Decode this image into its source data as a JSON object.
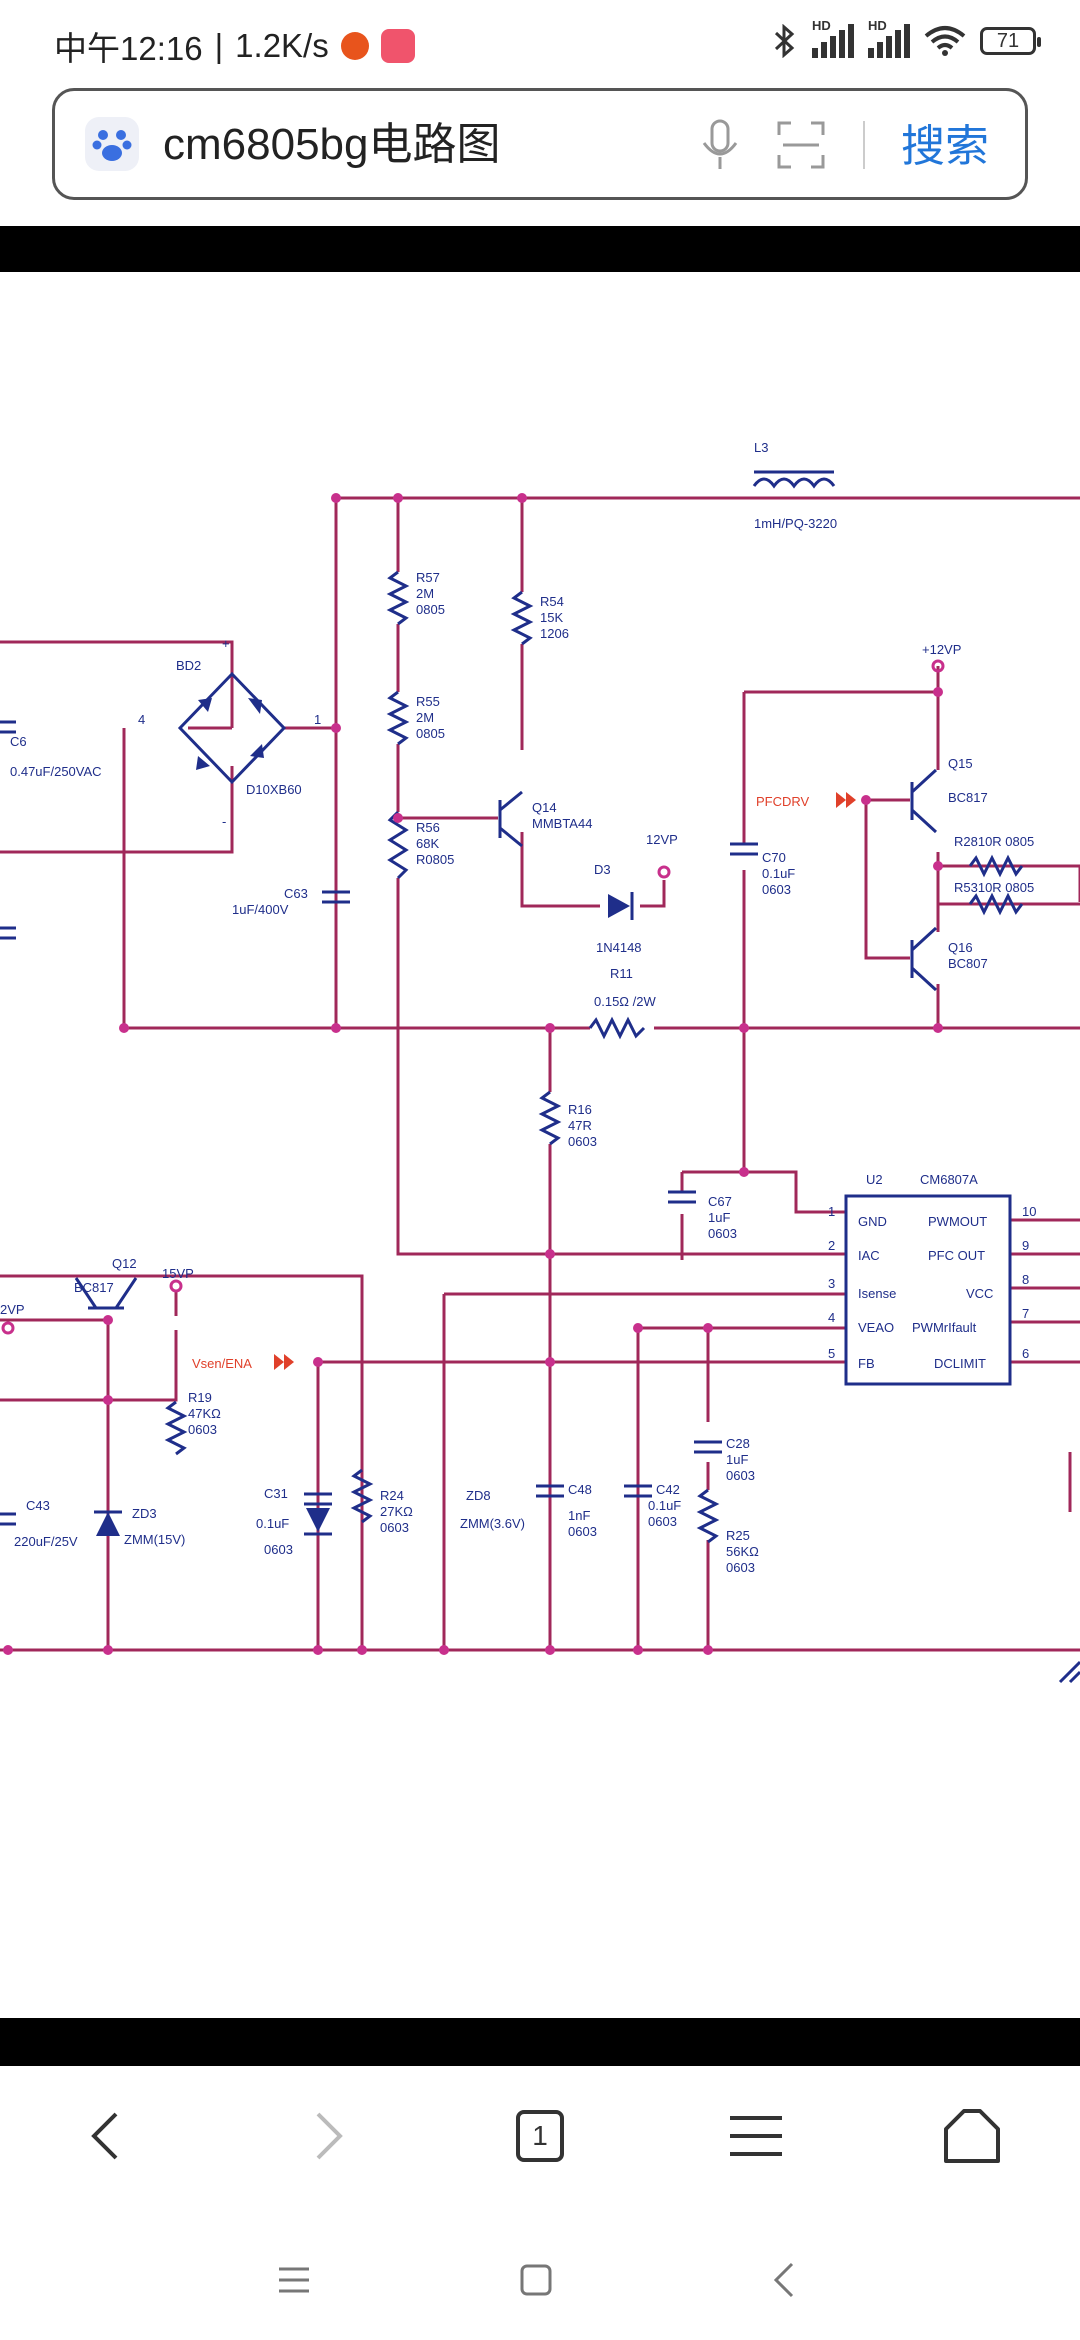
{
  "status_bar": {
    "time": "中午12:16",
    "network_speed": "1.2K/s",
    "battery_level": "71",
    "signal_labels": [
      "HD",
      "HD"
    ],
    "icons": [
      "app-notification-icon",
      "app-notification-icon",
      "bluetooth-icon",
      "signal-icon",
      "signal-icon",
      "wifi-icon",
      "battery-icon"
    ]
  },
  "search": {
    "query": "cm6805bg电路图",
    "button_label": "搜索",
    "accent_color": "#2176d9",
    "icons": [
      "baidu-paw-icon",
      "microphone-icon",
      "scan-icon"
    ]
  },
  "schematic": {
    "components": {
      "L3": {
        "ref": "L3",
        "value": "1mH/PQ-3220"
      },
      "R57": {
        "ref": "R57",
        "value": "2M",
        "pkg": "0805"
      },
      "R55": {
        "ref": "R55",
        "value": "2M",
        "pkg": "0805"
      },
      "R54": {
        "ref": "R54",
        "value": "15K",
        "pkg": "1206"
      },
      "R56": {
        "ref": "R56",
        "value": "68K",
        "pkg": "R0805"
      },
      "BD2": {
        "ref": "BD2",
        "value": "D10XB60"
      },
      "C6": {
        "ref": "C6",
        "value": "0.47uF/250VAC"
      },
      "C63": {
        "ref": "C63",
        "value": "1uF/400V"
      },
      "Q14": {
        "ref": "Q14",
        "value": "MMBTA44"
      },
      "D3": {
        "ref": "D3",
        "value": "1N4148"
      },
      "R11": {
        "ref": "R11",
        "value": "0.15Ω /2W"
      },
      "C70": {
        "ref": "C70",
        "value": "0.1uF",
        "pkg": "0603"
      },
      "Q15": {
        "ref": "Q15",
        "value": "BC817"
      },
      "Q16": {
        "ref": "Q16",
        "value": "BC807"
      },
      "R28": {
        "label": "R2810R 0805"
      },
      "R53": {
        "label": "R5310R 0805"
      },
      "R16": {
        "ref": "R16",
        "value": "47R",
        "pkg": "0603"
      },
      "C67": {
        "ref": "C67",
        "value": "1uF",
        "pkg": "0603"
      },
      "U2": {
        "ref": "U2",
        "value": "CM6807A"
      },
      "Q12": {
        "ref": "Q12",
        "value": "BC817"
      },
      "R19": {
        "ref": "R19",
        "value": "47KΩ",
        "pkg": "0603"
      },
      "C43": {
        "ref": "C43",
        "value": "220uF/25V"
      },
      "ZD3": {
        "ref": "ZD3",
        "value": "ZMM(15V)"
      },
      "C31": {
        "ref": "C31",
        "value": "0.1uF",
        "pkg": "0603"
      },
      "R24": {
        "ref": "R24",
        "value": "27KΩ",
        "pkg": "0603"
      },
      "ZD8": {
        "ref": "ZD8",
        "value": "ZMM(3.6V)"
      },
      "C48": {
        "ref": "C48",
        "value": "1nF",
        "pkg": "0603"
      },
      "C42": {
        "ref": "C42",
        "value": "0.1uF",
        "pkg": "0603"
      },
      "C28": {
        "ref": "C28",
        "value": "1uF",
        "pkg": "0603"
      },
      "R25": {
        "ref": "R25",
        "value": "56KΩ",
        "pkg": "0603"
      }
    },
    "rails": {
      "v12_a": "+12VP",
      "v12_b": "12VP",
      "v15": "15VP",
      "v12_left": "2VP"
    },
    "nets": {
      "pfcdrv": "PFCDRV",
      "vsen_ena": "Vsen/ENA"
    },
    "ic_pins_left": [
      {
        "num": "1",
        "name": "GND"
      },
      {
        "num": "2",
        "name": "IAC"
      },
      {
        "num": "3",
        "name": "Isense"
      },
      {
        "num": "4",
        "name": "VEAO"
      },
      {
        "num": "5",
        "name": "FB"
      }
    ],
    "ic_pins_right": [
      {
        "num": "10",
        "name": "PWMOUT"
      },
      {
        "num": "9",
        "name": "PFC OUT"
      },
      {
        "num": "8",
        "name": "VCC"
      },
      {
        "num": "7",
        "name": "PWMrIfault"
      },
      {
        "num": "6",
        "name": "DCLIMIT"
      }
    ],
    "pin_labels": {
      "bd_ac": "4",
      "bd_plus": "1",
      "bd_minus_top": "+",
      "bd_minus_bot": "-"
    },
    "wire_color": "#a0285a",
    "component_color": "#1f2e8a",
    "net_label_color": "#e0402a"
  },
  "bottom_nav": {
    "tab_count": "1",
    "icons": [
      "back-icon",
      "forward-icon",
      "tabs-icon",
      "menu-icon",
      "home-icon"
    ]
  },
  "system_nav": {
    "icons": [
      "recent-apps-icon",
      "home-square-icon",
      "system-back-icon"
    ]
  }
}
